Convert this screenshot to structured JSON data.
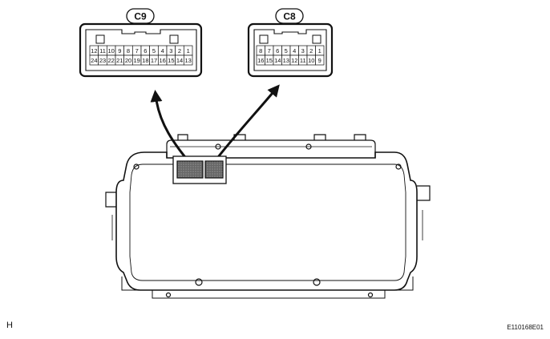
{
  "connectors": [
    {
      "label": "C9",
      "pins_top": [
        "12",
        "11",
        "10",
        "9",
        "8",
        "7",
        "6",
        "5",
        "4",
        "3",
        "2",
        "1"
      ],
      "pins_bottom": [
        "24",
        "23",
        "22",
        "21",
        "20",
        "19",
        "18",
        "17",
        "16",
        "15",
        "14",
        "13"
      ]
    },
    {
      "label": "C8",
      "pins_top": [
        "8",
        "7",
        "6",
        "5",
        "4",
        "3",
        "2",
        "1"
      ],
      "pins_bottom": [
        "16",
        "15",
        "14",
        "13",
        "12",
        "11",
        "10",
        "9"
      ]
    }
  ],
  "corner_left": "H",
  "corner_right": "E110168E01",
  "colors": {
    "line": "#111111",
    "fill_dark": "#555555",
    "background": "#ffffff"
  }
}
